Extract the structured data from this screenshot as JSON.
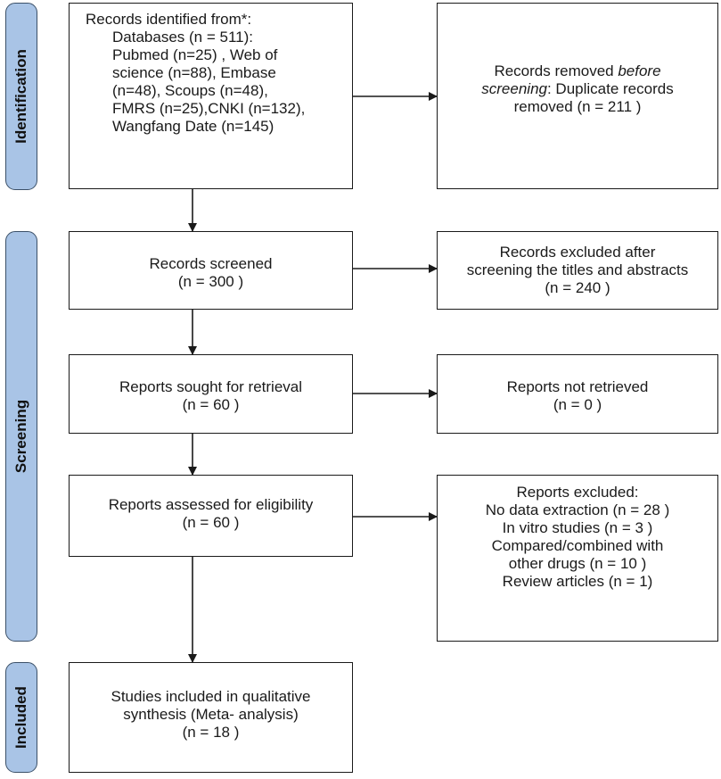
{
  "phases": {
    "identification": "Identification",
    "screening": "Screening",
    "included": "Included"
  },
  "boxes": {
    "records_identified": [
      "Records identified from*:",
      "Databases (n = 511):",
      "Pubmed (n=25) , Web of",
      "science (n=88), Embase",
      "(n=48), Scoups (n=48),",
      "FMRS (n=25),CNKI (n=132),",
      "Wangfang Date (n=145)"
    ],
    "records_removed": {
      "line1": "Records removed ",
      "line1_italic": "before",
      "line2_italic": "screening",
      "line2": ": Duplicate records",
      "line3": "removed  (n = 211 )"
    },
    "records_screened": [
      "Records screened",
      "(n = 300 )"
    ],
    "records_excluded": [
      "Records excluded after",
      "screening the titles and abstracts",
      "(n =  240 )"
    ],
    "reports_sought": [
      "Reports sought for retrieval",
      "(n = 60 )"
    ],
    "reports_not_retrieved": [
      "Reports not retrieved",
      "(n = 0 )"
    ],
    "reports_assessed": [
      "Reports assessed for eligibility",
      "(n = 60 )"
    ],
    "reports_excluded": [
      "Reports excluded:",
      "No data extraction (n = 28 )",
      "In vitro studies (n = 3 )",
      "Compared/combined with",
      "other drugs (n = 10 )",
      "Review articles (n = 1)"
    ],
    "studies_included": [
      "Studies included in qualitative",
      "synthesis (Meta- analysis)",
      "(n = 18 )"
    ]
  }
}
